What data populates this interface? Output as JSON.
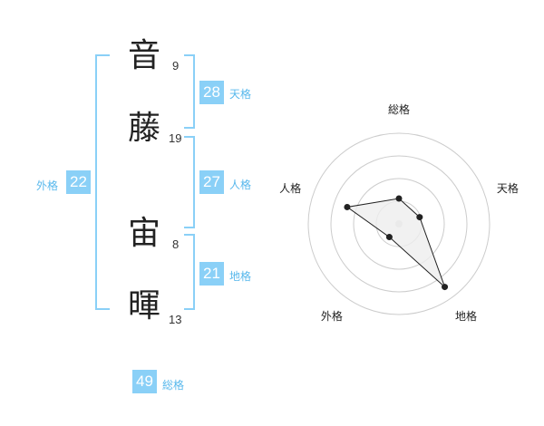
{
  "name_chars": [
    {
      "char": "音",
      "strokes": "9"
    },
    {
      "char": "藤",
      "strokes": "19"
    },
    {
      "char": "宙",
      "strokes": "8"
    },
    {
      "char": "暉",
      "strokes": "13"
    }
  ],
  "fortunes": {
    "tenkaku": {
      "value": "28",
      "label": "天格"
    },
    "jinkaku": {
      "value": "27",
      "label": "人格"
    },
    "chikaku": {
      "value": "21",
      "label": "地格"
    },
    "gaikaku": {
      "value": "22",
      "label": "外格"
    },
    "soukaku": {
      "value": "49",
      "label": "総格"
    }
  },
  "radar": {
    "axes": [
      "総格",
      "天格",
      "地格",
      "外格",
      "人格"
    ],
    "values": [
      1.4,
      1.2,
      4.3,
      0.9,
      3.0
    ],
    "max": 5,
    "rings": 4,
    "fill_color": "#eeeeee",
    "line_color": "#222222",
    "ring_color": "#cccccc"
  },
  "colors": {
    "accent": "#8ad0f7",
    "accent_text": "#58b8ec"
  }
}
